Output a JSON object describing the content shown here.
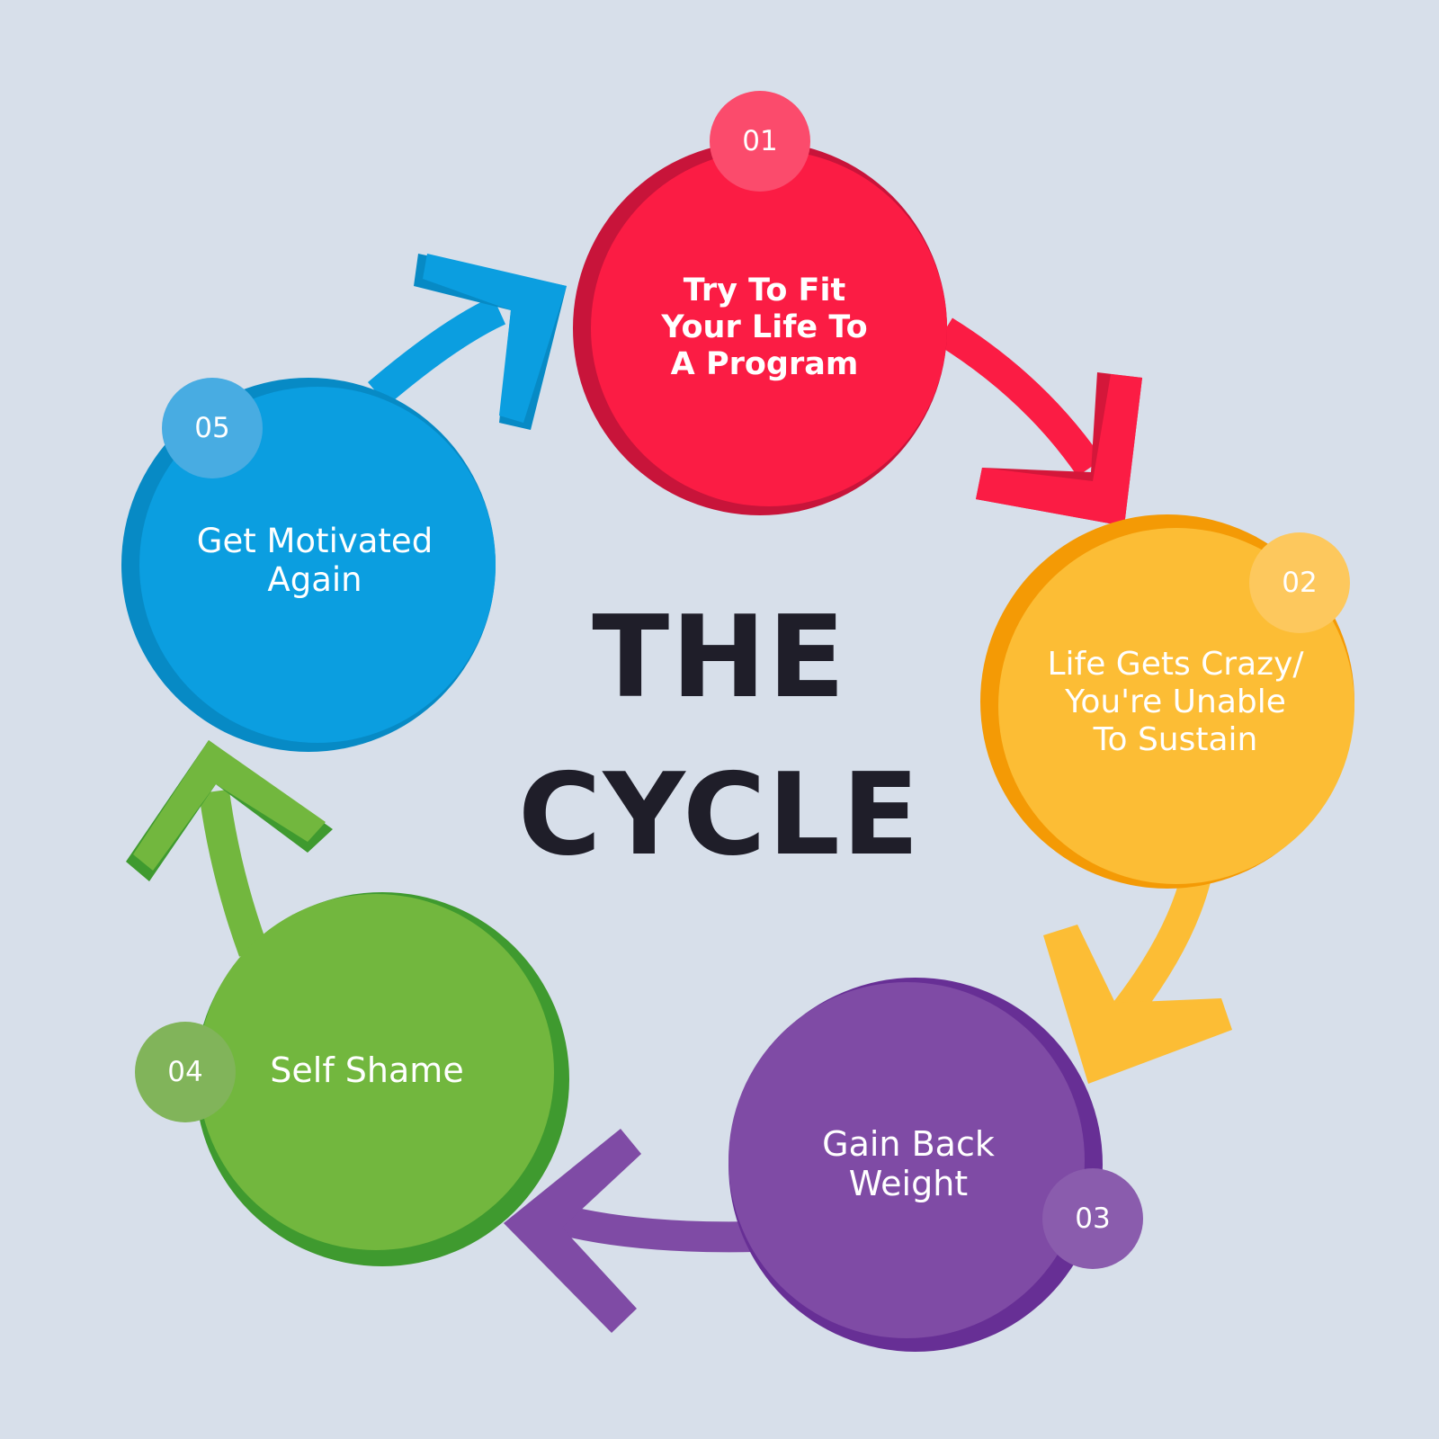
{
  "title": {
    "line1": "THE",
    "line2": "CYCLE"
  },
  "colors": {
    "background": "#d7dfea",
    "title": "#1f1e29",
    "step1": "#fb1c44",
    "step2": "#fcbd35",
    "step3": "#7f4ba5",
    "step4": "#72b73e",
    "step5": "#0b9ee0"
  },
  "steps": [
    {
      "number": "01",
      "label": "Try To Fit\nYour Life To\nA Program"
    },
    {
      "number": "02",
      "label": "Life Gets Crazy/\nYou're Unable\nTo Sustain"
    },
    {
      "number": "03",
      "label": "Gain Back\nWeight"
    },
    {
      "number": "04",
      "label": "Self Shame"
    },
    {
      "number": "05",
      "label": "Get Motivated\nAgain"
    }
  ]
}
